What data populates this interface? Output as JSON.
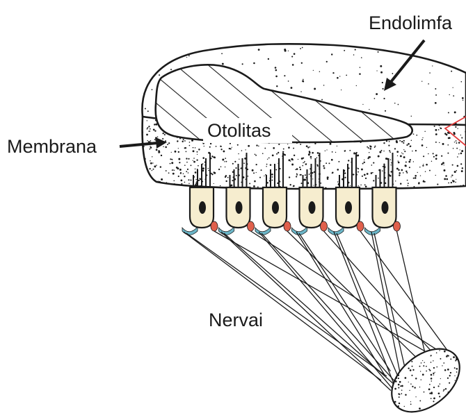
{
  "labels": {
    "endolymph": "Endolimfa",
    "membrane": "Membrana",
    "otoliths": "Otolitas",
    "nerves": "Nervai"
  },
  "colors": {
    "ink": "#1a1a1a",
    "cell_fill": "#f6edcf",
    "cell_nucleus": "#1a1a1a",
    "synapse_blue": "#6cb6c8",
    "synapse_red": "#e0604c",
    "callout_red": "#e03a3a",
    "background": "#ffffff"
  },
  "hair_cell_count": 6
}
